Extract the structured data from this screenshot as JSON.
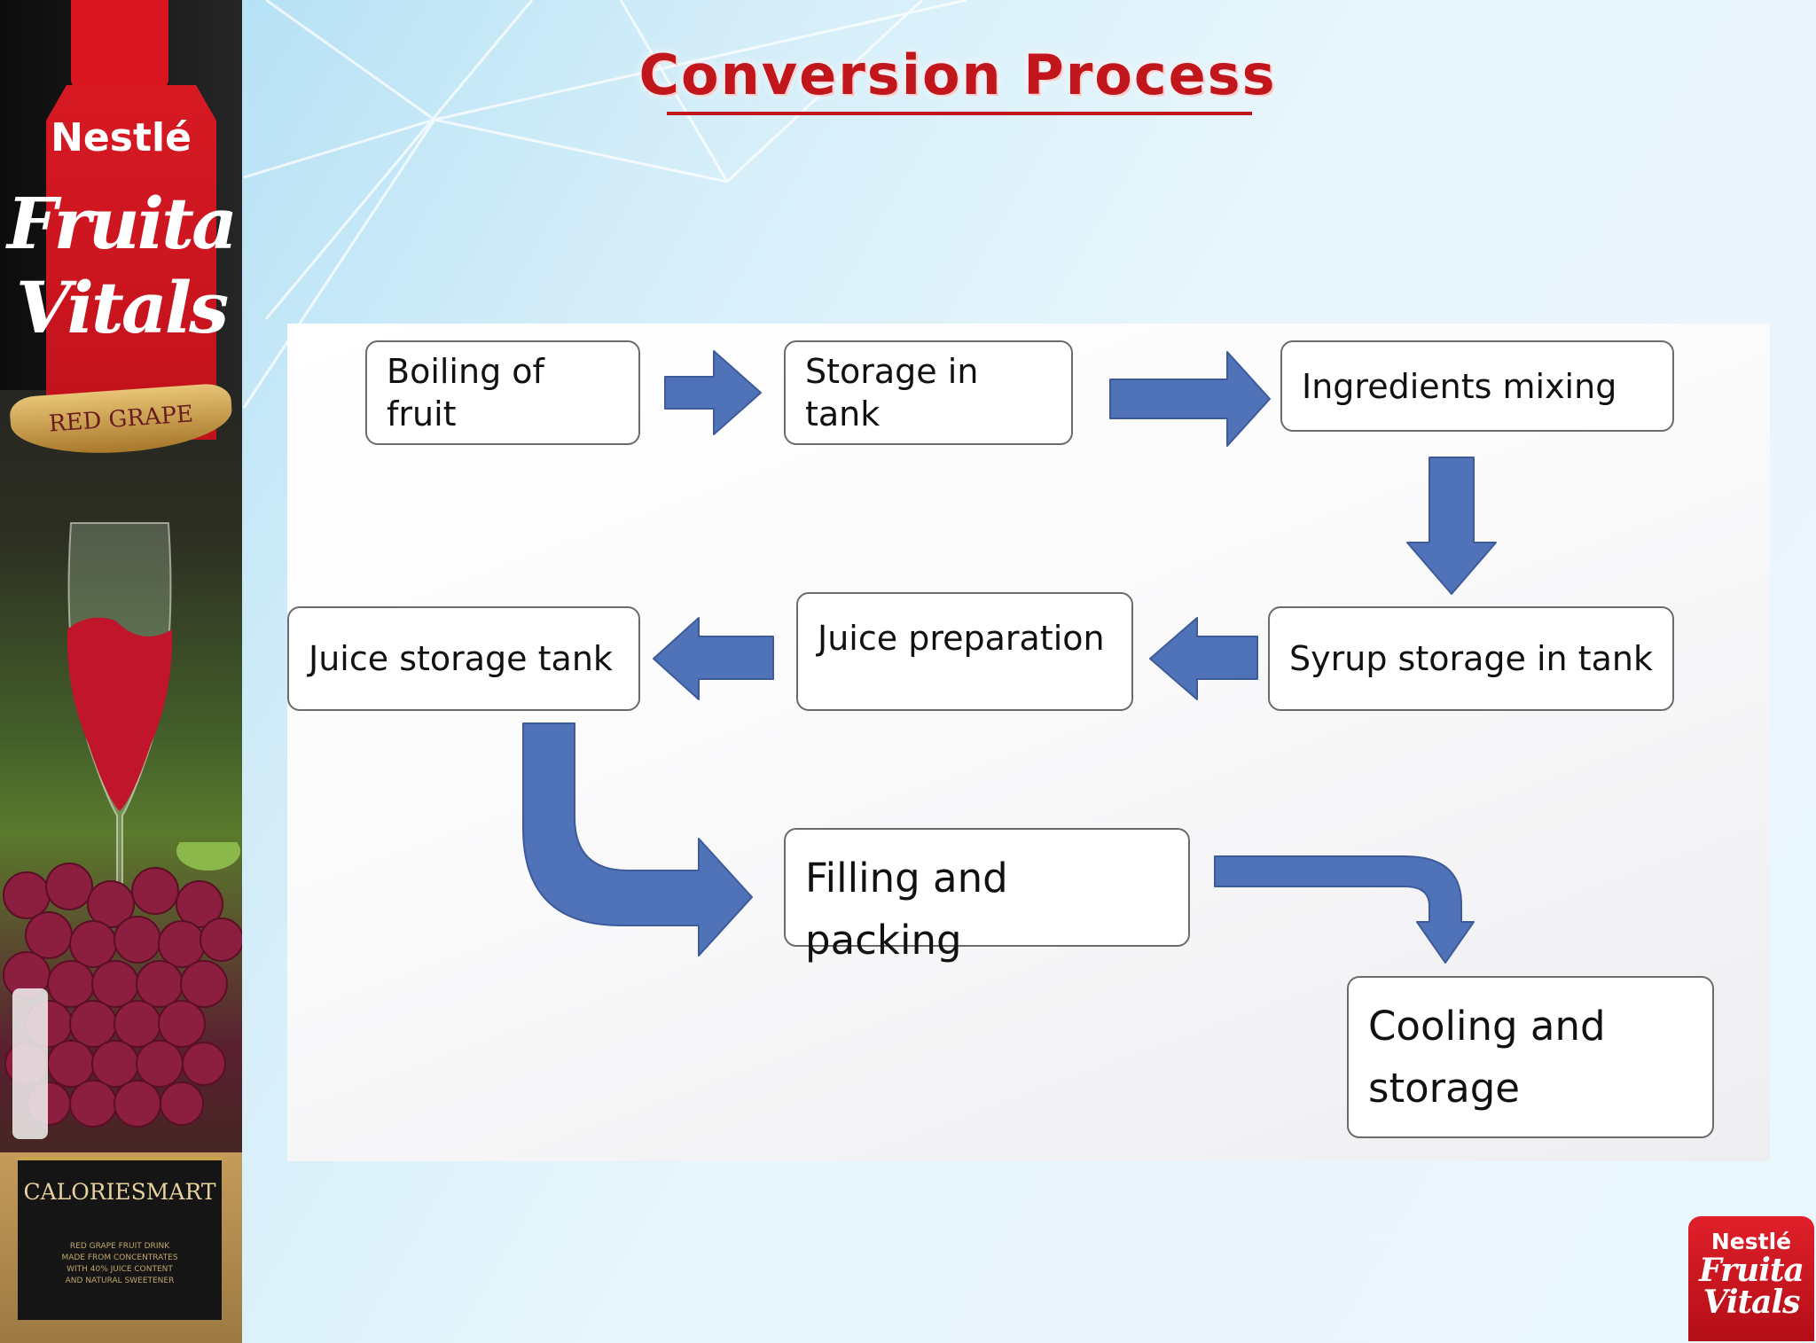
{
  "slide": {
    "title": "Conversion Process"
  },
  "product_pack": {
    "brand": "Nestlé",
    "product_line_1": "Fruita",
    "product_line_2": "Vitals",
    "variant": "RED GRAPE",
    "badge": "CALORIESMART",
    "fine_print_1": "RED GRAPE FRUIT DRINK",
    "fine_print_2": "MADE FROM CONCENTRATES",
    "fine_print_3": "WITH 40% JUICE CONTENT",
    "fine_print_4": "AND NATURAL SWEETENER",
    "colors": {
      "pack_red": "#d71a24",
      "gold": "#c9a24c"
    }
  },
  "diagram": {
    "steps": [
      {
        "id": "s1",
        "label": "Boiling of fruit"
      },
      {
        "id": "s2",
        "label": "Storage in tank"
      },
      {
        "id": "s3",
        "label": "Ingredients mixing"
      },
      {
        "id": "s4",
        "label": "Syrup storage in tank"
      },
      {
        "id": "s5",
        "label": "Juice preparation"
      },
      {
        "id": "s6",
        "label": "Juice storage tank"
      },
      {
        "id": "s7",
        "label": "Filling and packing"
      },
      {
        "id": "s8_line1",
        "label": "Cooling and"
      },
      {
        "id": "s8_line2",
        "label": "storage"
      }
    ],
    "flow": [
      [
        "Boiling of fruit",
        "Storage in tank"
      ],
      [
        "Storage in tank",
        "Ingredients mixing"
      ],
      [
        "Ingredients mixing",
        "Syrup storage in tank"
      ],
      [
        "Syrup storage in tank",
        "Juice preparation"
      ],
      [
        "Juice preparation",
        "Juice storage tank"
      ],
      [
        "Juice storage tank",
        "Filling and packing"
      ],
      [
        "Filling and packing",
        "Cooling and storage"
      ]
    ],
    "arrow_color": "#5072b8",
    "arrow_stroke": "#3d5b9b"
  },
  "corner_logo": {
    "brand": "Nestlé",
    "product_line_1": "Fruita",
    "product_line_2": "Vitals"
  }
}
